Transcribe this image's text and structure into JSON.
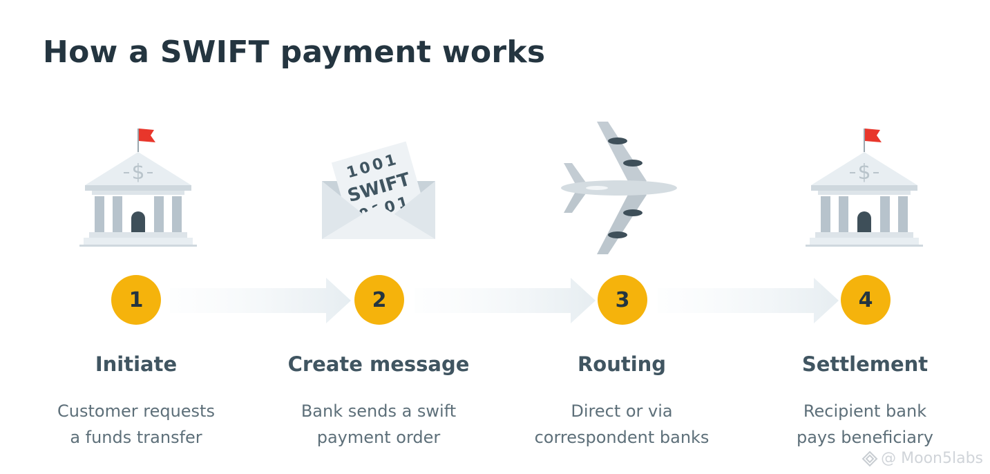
{
  "title": "How a SWIFT payment works",
  "steps": [
    {
      "number": "1",
      "title": "Initiate",
      "desc_line1": "Customer requests",
      "desc_line2": "a funds transfer",
      "icon": "bank-icon"
    },
    {
      "number": "2",
      "title": "Create message",
      "desc_line1": "Bank sends a swift",
      "desc_line2": "payment order",
      "icon": "envelope-icon",
      "envelope_text": "SWIFT",
      "envelope_bits": "1001"
    },
    {
      "number": "3",
      "title": "Routing",
      "desc_line1": "Direct or via",
      "desc_line2": "correspondent banks",
      "icon": "airplane-icon"
    },
    {
      "number": "4",
      "title": "Settlement",
      "desc_line1": "Recipient bank",
      "desc_line2": "pays beneficiary",
      "icon": "bank-icon"
    }
  ],
  "watermark": "@ Moon5labs",
  "colors": {
    "accent": "#f5b30c",
    "title": "#243540",
    "icon_gray": "#b7c3cc",
    "flag_red": "#e8362b"
  }
}
